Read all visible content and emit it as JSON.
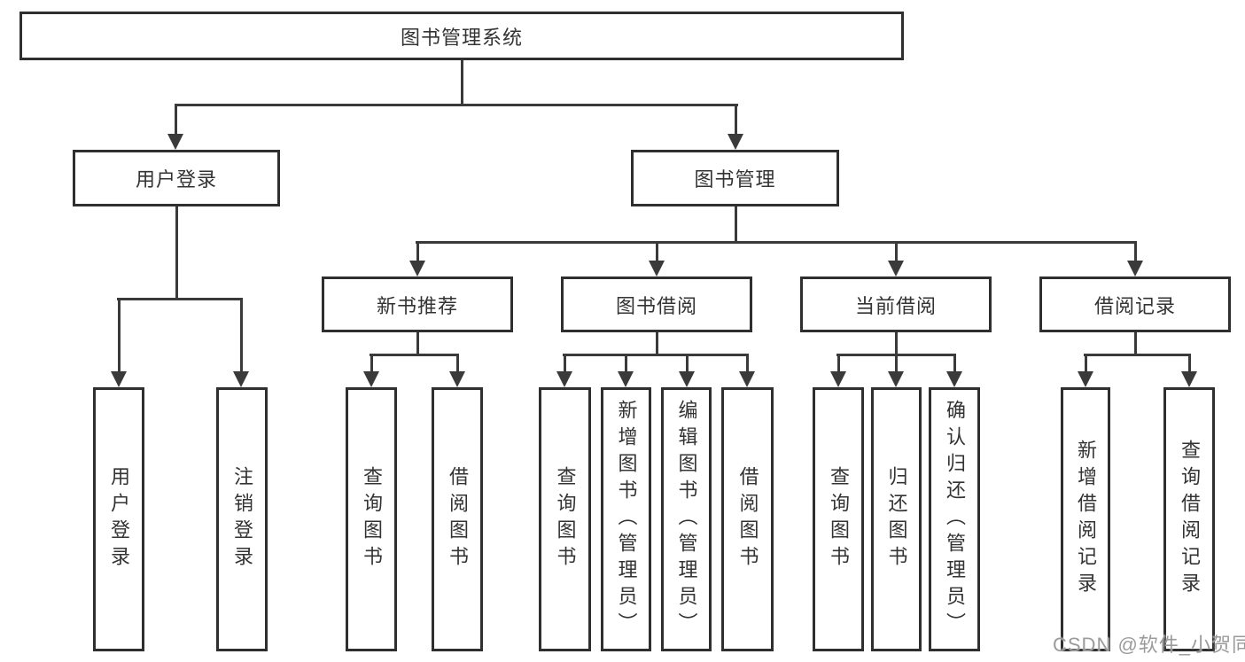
{
  "diagram": {
    "root": {
      "label": "图书管理系统"
    },
    "branches": [
      {
        "label": "用户登录",
        "children": [
          {
            "label": "用户登录"
          },
          {
            "label": "注销登录"
          }
        ]
      },
      {
        "label": "图书管理",
        "children": [
          {
            "label": "新书推荐",
            "children": [
              {
                "label": "查询图书"
              },
              {
                "label": "借阅图书"
              }
            ]
          },
          {
            "label": "图书借阅",
            "children": [
              {
                "label": "查询图书"
              },
              {
                "label": "新增图书（管理员）"
              },
              {
                "label": "编辑图书（管理员）"
              },
              {
                "label": "借阅图书"
              }
            ]
          },
          {
            "label": "当前借阅",
            "children": [
              {
                "label": "查询图书"
              },
              {
                "label": "归还图书"
              },
              {
                "label": "确认归还（管理员）"
              }
            ]
          },
          {
            "label": "借阅记录",
            "children": [
              {
                "label": "新增借阅记录"
              },
              {
                "label": "查询借阅记录"
              }
            ]
          }
        ]
      }
    ]
  },
  "watermark": {
    "text": "CSDN @软件_小贺同学"
  },
  "colors": {
    "line": "#3a3a3a",
    "box_border": "#2f2f2f",
    "text": "#333333",
    "watermark": "#9b9b9b",
    "background": "#ffffff"
  }
}
